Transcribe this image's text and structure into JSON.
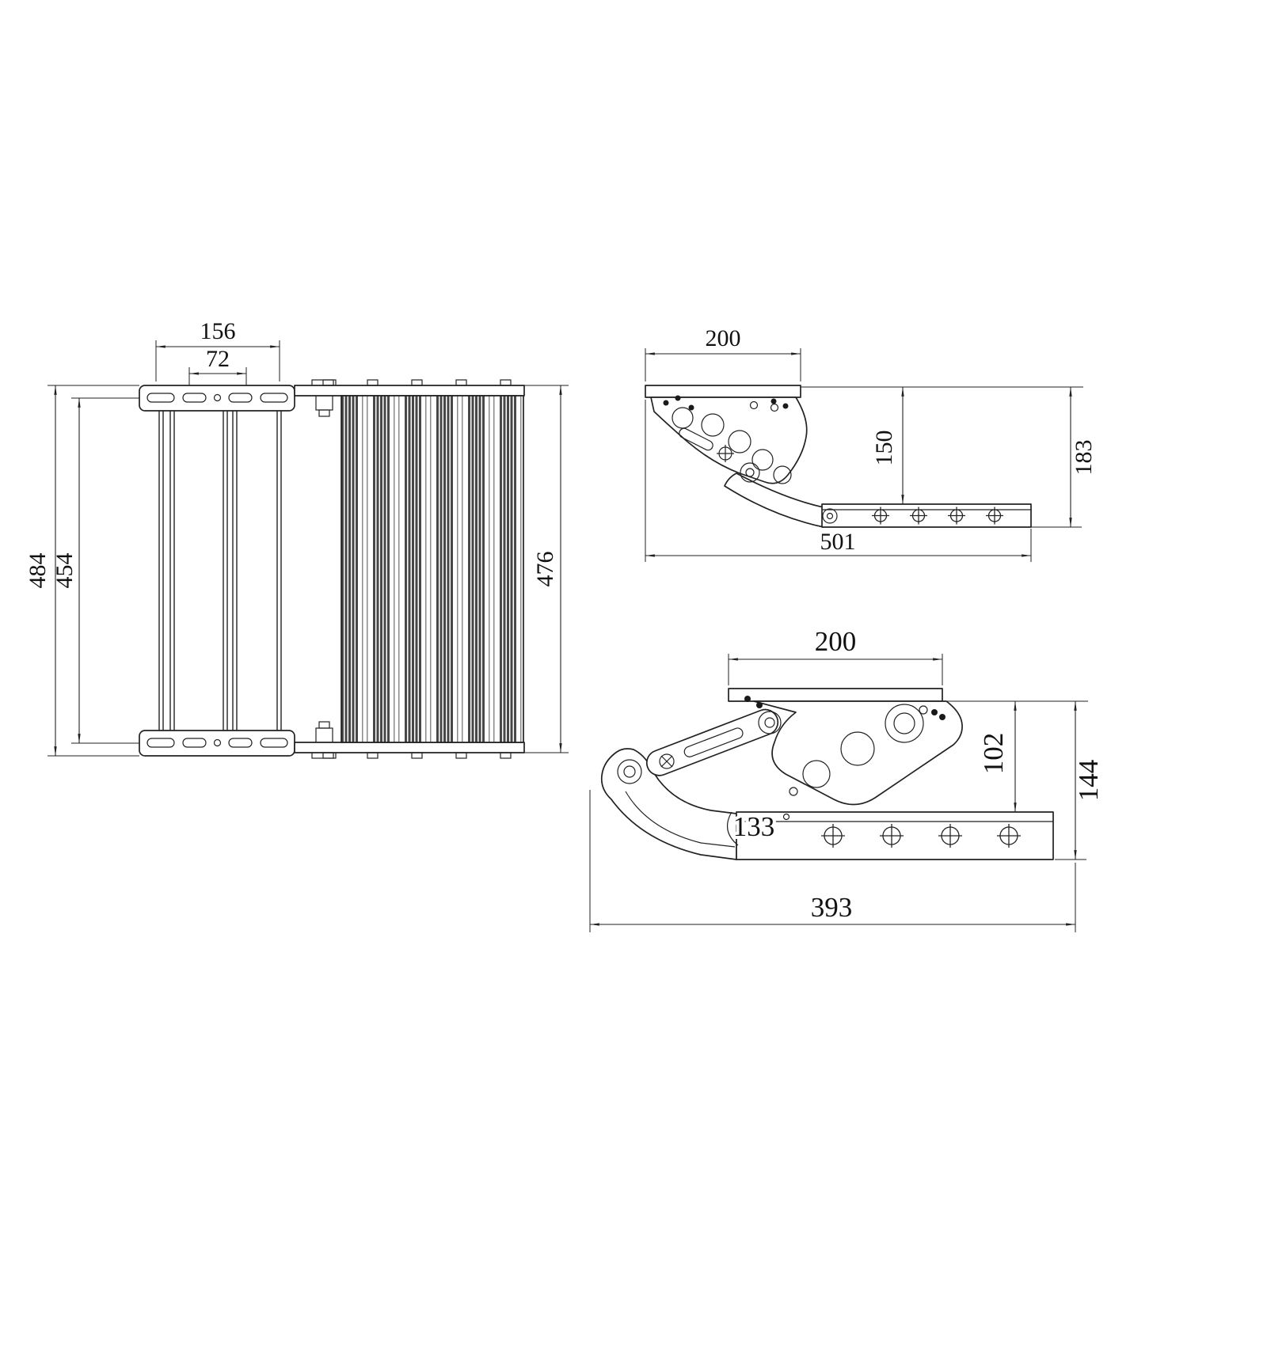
{
  "page": {
    "title": "Folding RV step technical drawing"
  },
  "drawing": {
    "line_color": "#222222",
    "views": {
      "plan": {
        "name": "plan-view",
        "dims": {
          "outer_width": "156",
          "inner_width": "72",
          "outer_height": "484",
          "inner_height": "454",
          "tread_height": "476"
        }
      },
      "side_folded": {
        "name": "side-view-folded",
        "dims": {
          "tread_depth": "200",
          "step_drop": "150",
          "overall_drop": "183",
          "overall_length": "501"
        }
      },
      "side_extended": {
        "name": "side-view-extended",
        "dims": {
          "tread_depth": "200",
          "step_drop": "102",
          "overall_drop": "144",
          "bend_detail": "133",
          "overall_length": "393"
        }
      }
    }
  }
}
